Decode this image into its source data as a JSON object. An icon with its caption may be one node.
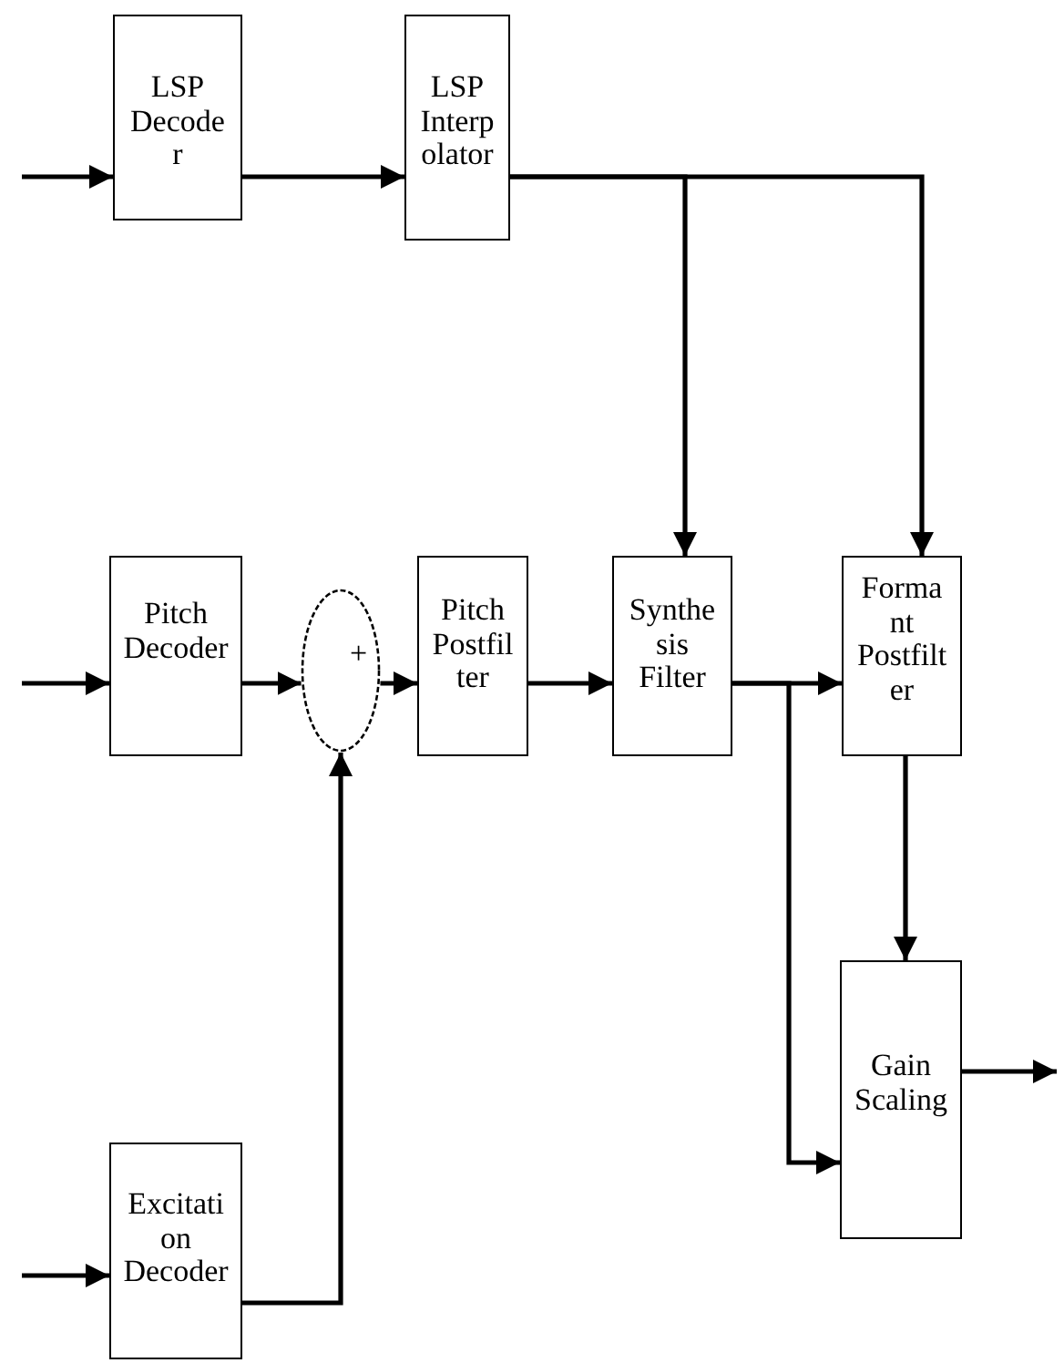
{
  "diagram": {
    "nodes": [
      {
        "text": [
          "LSP Decoder"
        ]
      },
      {
        "text": [
          "LSP Interpolator"
        ]
      },
      {
        "text": [
          "Pitch Decoder"
        ]
      },
      {
        "text": [
          "+"
        ]
      },
      {
        "text": [
          "Pitch Postfilter"
        ]
      },
      {
        "text": [
          "Synthesis Filter"
        ]
      },
      {
        "text": [
          "Formant Postfilter"
        ]
      },
      {
        "text": [
          "Excitation Decoder"
        ]
      },
      {
        "text": [
          "Gain Scaling"
        ]
      }
    ],
    "edges": [
      {
        "from": null,
        "to": 0,
        "arrow": "to"
      },
      {
        "from": 0,
        "to": 1,
        "arrow": "to"
      },
      {
        "from": 1,
        "to": 5,
        "arrow": "to"
      },
      {
        "from": 1,
        "to": 6,
        "arrow": "to"
      },
      {
        "from": null,
        "to": 2,
        "arrow": "to"
      },
      {
        "from": 2,
        "to": 3,
        "arrow": "to"
      },
      {
        "from": 3,
        "to": 4,
        "arrow": "to"
      },
      {
        "from": 4,
        "to": 5,
        "arrow": "to"
      },
      {
        "from": 5,
        "to": 6,
        "arrow": "to"
      },
      {
        "from": 5,
        "to": 8,
        "arrow": "to"
      },
      {
        "from": 6,
        "to": 8,
        "arrow": "to"
      },
      {
        "from": 8,
        "to": null,
        "arrow": "to"
      },
      {
        "from": null,
        "to": 7,
        "arrow": "to"
      },
      {
        "from": 7,
        "to": 3,
        "arrow": "to"
      }
    ]
  }
}
